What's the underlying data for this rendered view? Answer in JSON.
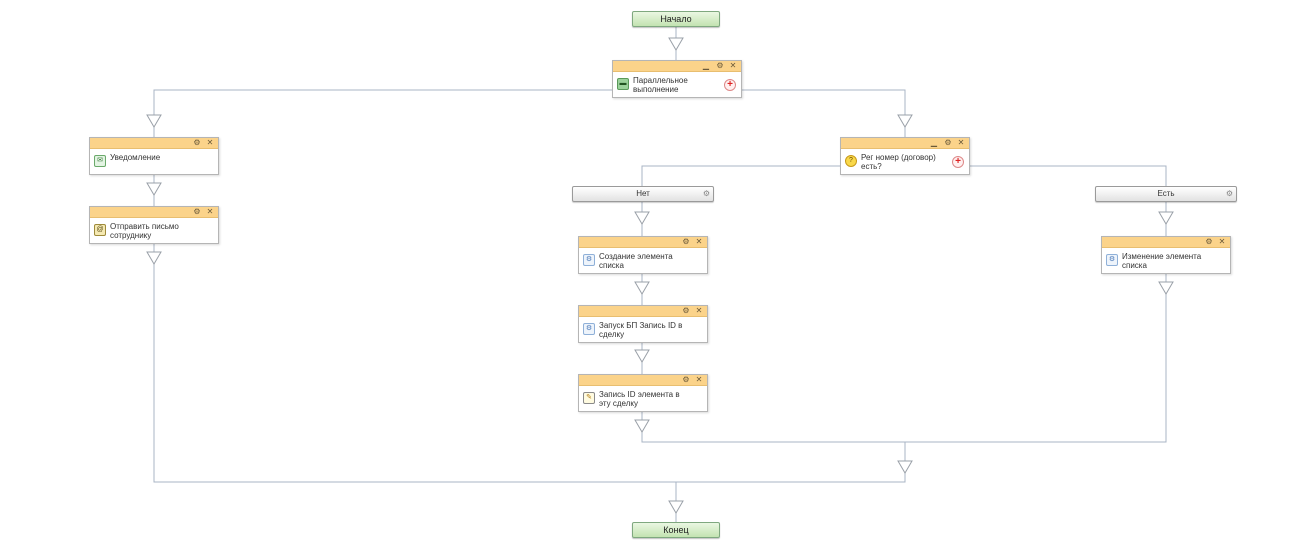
{
  "start_label": "Начало",
  "end_label": "Конец",
  "controls": {
    "minimize": "▁",
    "settings": "⚙",
    "close": "✕",
    "add": "+"
  },
  "parallel": {
    "title": "Параллельное выполнение",
    "icon": "parallel-icon"
  },
  "left_branch": [
    {
      "title": "Уведомление",
      "icon": "notification-icon"
    },
    {
      "title": "Отправить письмо сотруднику",
      "icon": "mail-icon"
    }
  ],
  "condition": {
    "title": "Рег номер (договор) есть?",
    "icon": "condition-icon"
  },
  "branch_no": {
    "label": "Нет"
  },
  "branch_yes": {
    "label": "Есть"
  },
  "no_branch_steps": [
    {
      "title": "Создание элемента списка",
      "icon": "gear-icon"
    },
    {
      "title": "Запуск БП Запись ID в сделку",
      "icon": "gear-icon"
    },
    {
      "title": "Запись ID элемента в эту сделку",
      "icon": "edit-icon"
    }
  ],
  "yes_branch_steps": [
    {
      "title": "Изменение элемента списка",
      "icon": "gear-icon"
    }
  ],
  "colors": {
    "header": "#fbd38a",
    "line": "#a9b4c4",
    "terminal": "#c3e3b1"
  }
}
